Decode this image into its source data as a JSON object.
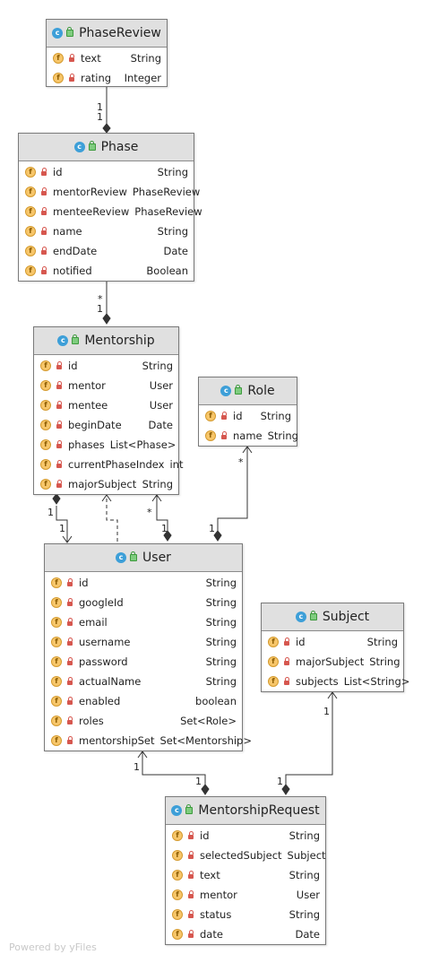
{
  "classes": {
    "phasereview": {
      "name": "PhaseReview",
      "fields": [
        {
          "name": "text",
          "type": "String"
        },
        {
          "name": "rating",
          "type": "Integer"
        }
      ]
    },
    "phase": {
      "name": "Phase",
      "fields": [
        {
          "name": "id",
          "type": "String"
        },
        {
          "name": "mentorReview",
          "type": "PhaseReview"
        },
        {
          "name": "menteeReview",
          "type": "PhaseReview"
        },
        {
          "name": "name",
          "type": "String"
        },
        {
          "name": "endDate",
          "type": "Date"
        },
        {
          "name": "notified",
          "type": "Boolean"
        }
      ]
    },
    "mentorship": {
      "name": "Mentorship",
      "fields": [
        {
          "name": "id",
          "type": "String"
        },
        {
          "name": "mentor",
          "type": "User"
        },
        {
          "name": "mentee",
          "type": "User"
        },
        {
          "name": "beginDate",
          "type": "Date"
        },
        {
          "name": "phases",
          "type": "List<Phase>"
        },
        {
          "name": "currentPhaseIndex",
          "type": "int"
        },
        {
          "name": "majorSubject",
          "type": "String"
        }
      ]
    },
    "role": {
      "name": "Role",
      "fields": [
        {
          "name": "id",
          "type": "String"
        },
        {
          "name": "name",
          "type": "String"
        }
      ]
    },
    "user": {
      "name": "User",
      "fields": [
        {
          "name": "id",
          "type": "String"
        },
        {
          "name": "googleId",
          "type": "String"
        },
        {
          "name": "email",
          "type": "String"
        },
        {
          "name": "username",
          "type": "String"
        },
        {
          "name": "password",
          "type": "String"
        },
        {
          "name": "actualName",
          "type": "String"
        },
        {
          "name": "enabled",
          "type": "boolean"
        },
        {
          "name": "roles",
          "type": "Set<Role>"
        },
        {
          "name": "mentorshipSet",
          "type": "Set<Mentorship>"
        }
      ]
    },
    "subject": {
      "name": "Subject",
      "fields": [
        {
          "name": "id",
          "type": "String"
        },
        {
          "name": "majorSubject",
          "type": "String"
        },
        {
          "name": "subjects",
          "type": "List<String>"
        }
      ]
    },
    "mentorshiprequest": {
      "name": "MentorshipRequest",
      "fields": [
        {
          "name": "id",
          "type": "String"
        },
        {
          "name": "selectedSubject",
          "type": "Subject"
        },
        {
          "name": "text",
          "type": "String"
        },
        {
          "name": "mentor",
          "type": "User"
        },
        {
          "name": "status",
          "type": "String"
        },
        {
          "name": "date",
          "type": "Date"
        }
      ]
    }
  },
  "icons": {
    "class_letter": "c",
    "field_letter": "f",
    "class_icon_color": "#3d9fd8",
    "field_icon_color": "#f7c66a",
    "lock_color": "#d6574f"
  },
  "multiplicities": {
    "phasereview_phase_a": "1",
    "phasereview_phase_b": "1",
    "phase_mentorship_a": "*",
    "phase_mentorship_b": "1",
    "mentorship_user_left_a": "1",
    "mentorship_user_left_b": "1",
    "mentorship_user_right": "*",
    "role_user_a": "*",
    "role_user_b": "1",
    "user_request": "1",
    "user_request_b": "1",
    "subject_request": "1",
    "subject_request_b": "1"
  },
  "footer": "Powered by yFiles"
}
